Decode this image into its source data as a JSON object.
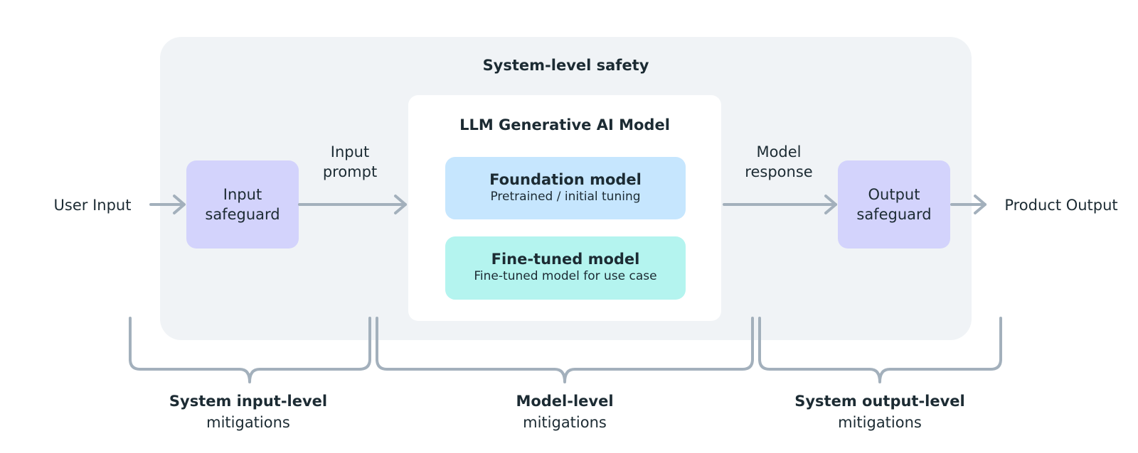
{
  "diagram": {
    "system_title": "System-level safety",
    "model_title": "LLM Generative AI Model",
    "foundation": {
      "title": "Foundation model",
      "subtitle": "Pretrained / initial tuning"
    },
    "finetuned": {
      "title": "Fine-tuned model",
      "subtitle": "Fine-tuned model for use case"
    },
    "input_safeguard": "Input safeguard",
    "output_safeguard": "Output safeguard",
    "flow_labels": {
      "user_input": "User Input",
      "input_prompt": "Input prompt",
      "model_response": "Model response",
      "product_output": "Product Output"
    },
    "mitigations": [
      {
        "bold": "System input-level",
        "regular": "mitigations"
      },
      {
        "bold": "Model-level",
        "regular": "mitigations"
      },
      {
        "bold": "System output-level",
        "regular": "mitigations"
      }
    ],
    "colors": {
      "system_bg": "#f0f3f6",
      "model_bg": "#ffffff",
      "foundation_bg": "#c6e6fe",
      "finetuned_bg": "#b4f4ef",
      "safeguard_bg": "#d3d3fc",
      "connector": "#a3b0bc",
      "text": "#1c2b33"
    }
  }
}
